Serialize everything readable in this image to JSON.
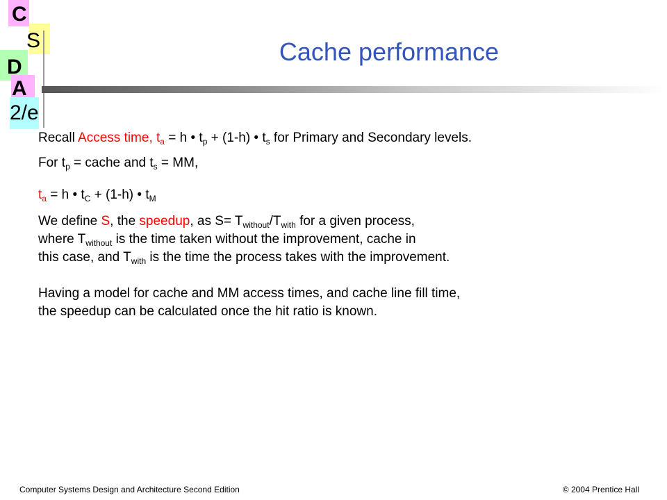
{
  "logo": {
    "letters": [
      "C",
      "S",
      "D",
      "A",
      "2/e"
    ],
    "colors": {
      "c_block": "#ffb3ff",
      "s_block": "#ffff99",
      "d_block": "#b3ffb3",
      "a_block": "#ffb3ff",
      "e_block": "#b3ffff"
    }
  },
  "title": "Cache performance",
  "lines": {
    "recall": {
      "pre": "Recall ",
      "red": "Access time, t",
      "red_sub": "a",
      "mid1": " = h • t",
      "sub_p": "p",
      "mid2": " + (1-h) • t",
      "sub_s": "s",
      "post": " for Primary and Secondary levels."
    },
    "for_tp": {
      "pre": "For t",
      "sub_p": "p",
      "mid": " =  cache and t",
      "sub_s": "s",
      "post": " = MM,"
    },
    "formula": {
      "t": "t",
      "sub_a": "a",
      "mid1": " = h • t",
      "sub_c": "C",
      "mid2": " + (1-h) • t",
      "sub_m": "M"
    },
    "define1": {
      "pre": "We define ",
      "s": "S",
      "mid1": ", the ",
      "speedup": "speedup",
      "mid2": ", as S= T",
      "sub_without": "without",
      "mid3": "/T",
      "sub_with": "with",
      "post": " for a given process,"
    },
    "define2": {
      "pre": "where T",
      "sub_without": "without",
      "post": " is the time taken without the improvement, cache in"
    },
    "define3": {
      "pre": "this case, and T",
      "sub_with": "with",
      "post": "  is the time the process takes with the improvement."
    },
    "having1": "Having a model for cache and MM access times, and cache line fill time,",
    "having2": "the speedup can be calculated once the hit ratio is known."
  },
  "footer": {
    "left": "Computer Systems Design and Architecture Second Edition",
    "right": "© 2004 Prentice Hall"
  }
}
